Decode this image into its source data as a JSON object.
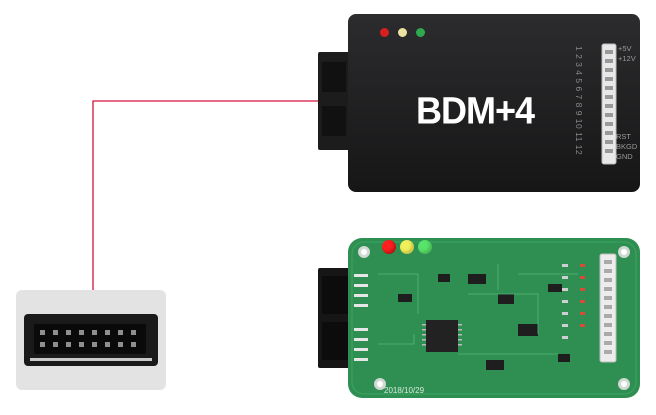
{
  "device": {
    "title": "BDM+4",
    "pin_numbers": "1 2 3 4 5 6 7 8 9 10 11 12",
    "labels_top": [
      "+5V",
      "+12V"
    ],
    "labels_bottom": [
      "RST",
      "BKGD",
      "GND"
    ],
    "led_colors": [
      "#d62020",
      "#e9e2a0",
      "#2fa84f"
    ]
  },
  "pcb": {
    "date": "2018/10/29",
    "board_color": "#2f8f52",
    "led_colors": [
      "#ff1f1f",
      "#f2ef5a",
      "#58e36b"
    ]
  },
  "wire": {
    "color": "#d4143a"
  }
}
